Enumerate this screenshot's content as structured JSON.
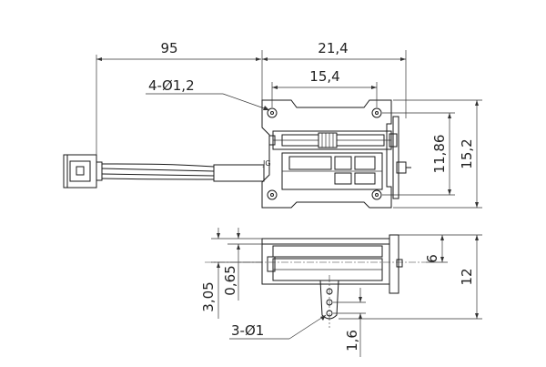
{
  "top_view": {
    "dims": {
      "total_length": "95",
      "width": "21,4",
      "hole_spacing": "15,4",
      "hole_label": "4-Ø1,2",
      "hole_vertical_spacing": "11,86",
      "height": "15,2"
    }
  },
  "side_view": {
    "dims": {
      "offset_065": "0,65",
      "offset_305": "3,05",
      "height_6": "6",
      "height_12": "12",
      "pin_spacing": "1,6",
      "pin_hole_label": "3-Ø1"
    }
  }
}
